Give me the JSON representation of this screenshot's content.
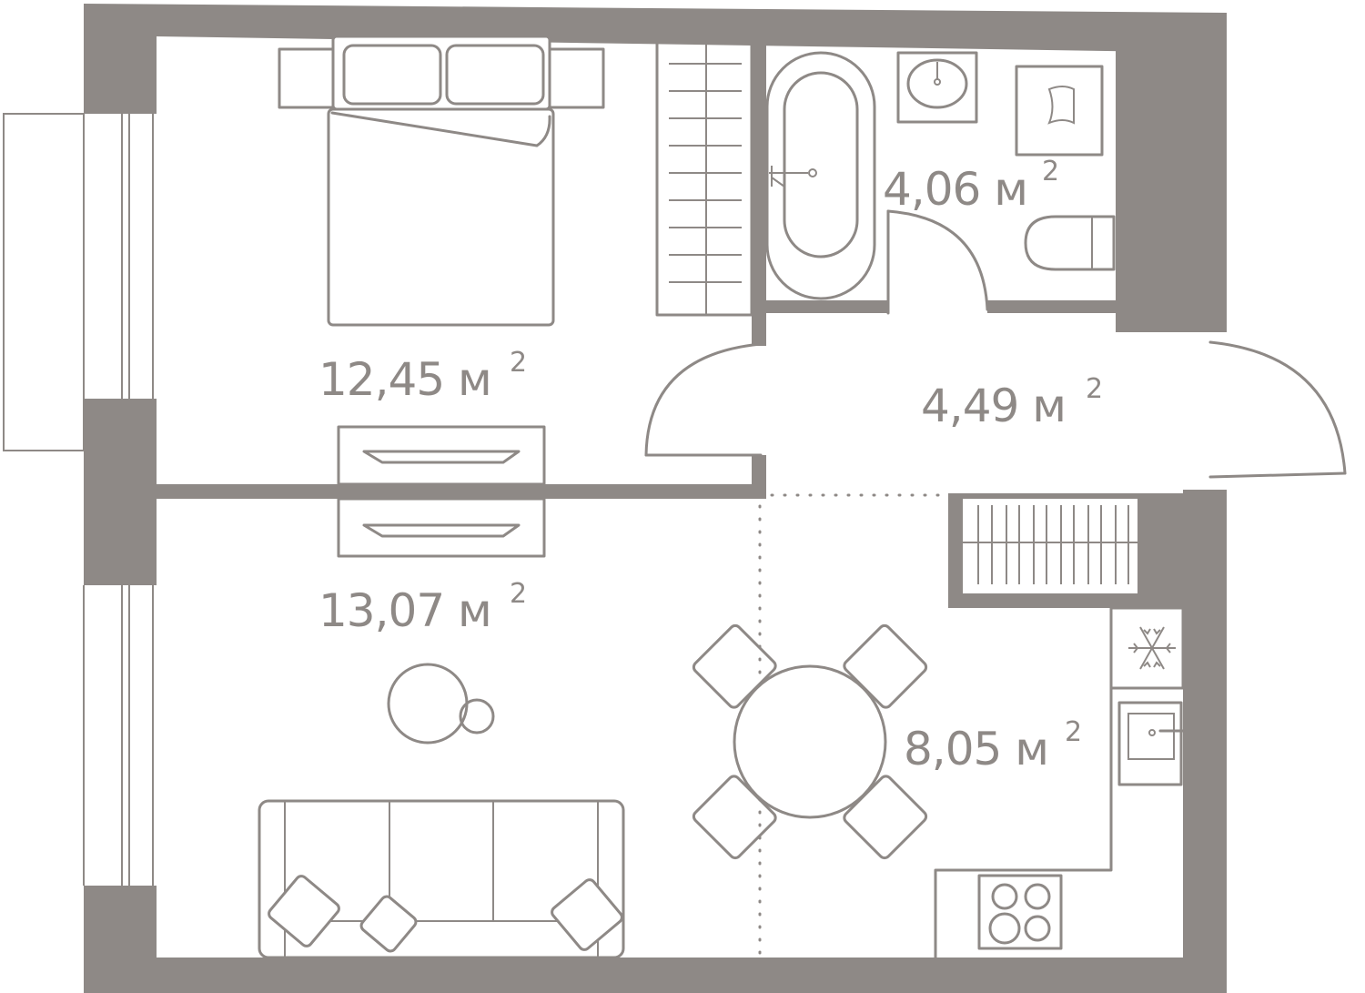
{
  "rooms": {
    "bedroom": {
      "area": "12,45 м",
      "unit_power": "2"
    },
    "living_room": {
      "area": "13,07 м",
      "unit_power": "2"
    },
    "bathroom": {
      "area": "4,06 м",
      "unit_power": "2"
    },
    "hallway": {
      "area": "4,49 м",
      "unit_power": "2"
    },
    "kitchen": {
      "area": "8,05 м",
      "unit_power": "2"
    }
  },
  "colors": {
    "wall": "#8e8986",
    "background": "#ffffff"
  }
}
